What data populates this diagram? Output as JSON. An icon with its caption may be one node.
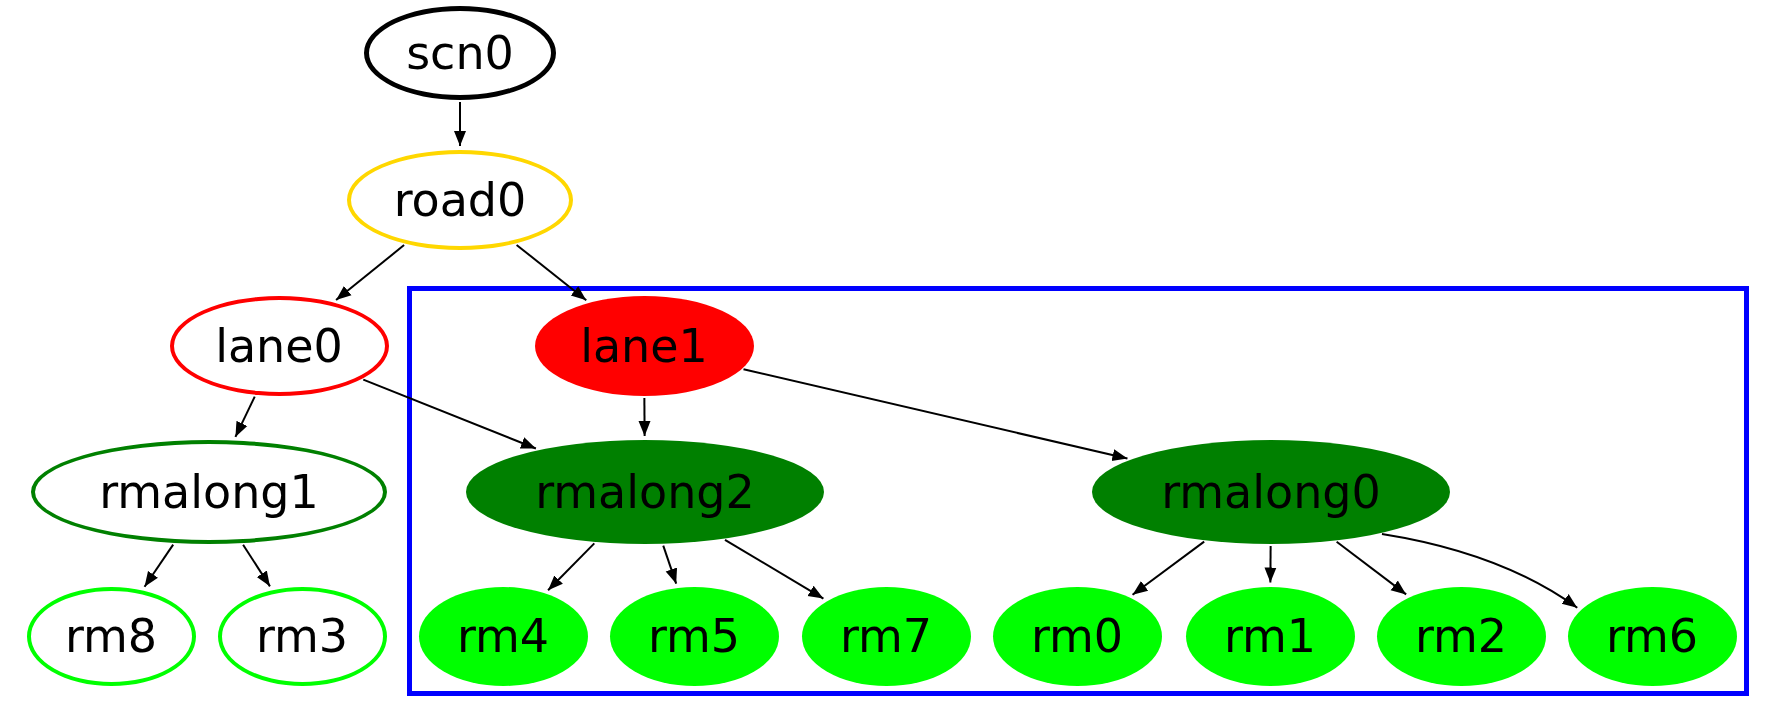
{
  "diagram": {
    "nodes": [
      {
        "text": [
          "scn0"
        ]
      },
      {
        "text": [
          "road0"
        ]
      },
      {
        "text": [
          "lane0"
        ]
      },
      {
        "text": [],
        "shape": "box"
      },
      {
        "text": [
          "lane1"
        ],
        "in": 3
      },
      {
        "text": [
          "rmalong1"
        ]
      },
      {
        "text": [
          "rmalong2"
        ],
        "in": 3
      },
      {
        "text": [
          "rmalong0"
        ],
        "in": 3
      },
      {
        "text": [
          "rm8"
        ]
      },
      {
        "text": [
          "rm3"
        ]
      },
      {
        "text": [
          "rm4"
        ],
        "in": 3
      },
      {
        "text": [
          "rm5"
        ],
        "in": 3
      },
      {
        "text": [
          "rm7"
        ],
        "in": 3
      },
      {
        "text": [
          "rm0"
        ],
        "in": 3
      },
      {
        "text": [
          "rm1"
        ],
        "in": 3
      },
      {
        "text": [
          "rm2"
        ],
        "in": 3
      },
      {
        "text": [
          "rm6"
        ],
        "in": 3
      }
    ],
    "edges": [
      {
        "from": 0,
        "to": 1,
        "arrow": "to"
      },
      {
        "from": 1,
        "to": 2,
        "arrow": "to"
      },
      {
        "from": 1,
        "to": 4,
        "arrow": "to"
      },
      {
        "from": 2,
        "to": 5,
        "arrow": "to"
      },
      {
        "from": 2,
        "to": 6,
        "arrow": "to"
      },
      {
        "from": 4,
        "to": 6,
        "arrow": "to"
      },
      {
        "from": 4,
        "to": 7,
        "arrow": "to"
      },
      {
        "from": 5,
        "to": 8,
        "arrow": "to"
      },
      {
        "from": 5,
        "to": 9,
        "arrow": "to"
      },
      {
        "from": 6,
        "to": 10,
        "arrow": "to"
      },
      {
        "from": 6,
        "to": 11,
        "arrow": "to"
      },
      {
        "from": 6,
        "to": 12,
        "arrow": "to"
      },
      {
        "from": 7,
        "to": 13,
        "arrow": "to"
      },
      {
        "from": 7,
        "to": 14,
        "arrow": "to"
      },
      {
        "from": 7,
        "to": 15,
        "arrow": "to"
      },
      {
        "from": 7,
        "to": 16,
        "arrow": "to"
      }
    ]
  }
}
